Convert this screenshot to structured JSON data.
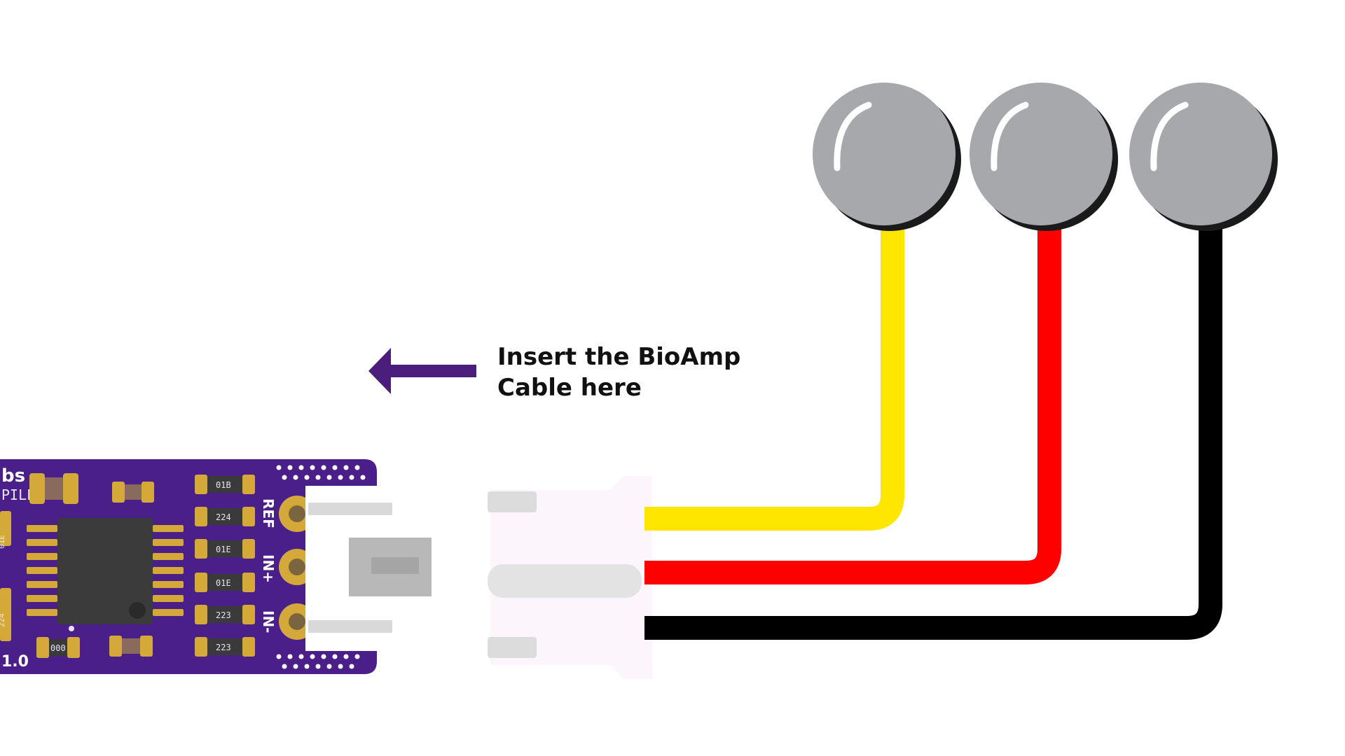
{
  "instruction": {
    "line1": "Insert the BioAmp",
    "line2": "Cable here"
  },
  "pcb": {
    "brand_fragment": "bs",
    "model_fragment": "PILL",
    "version_fragment": "1.0",
    "pin_labels": [
      "REF",
      "IN+",
      "IN-"
    ],
    "resistor_codes": [
      "01B",
      "224",
      "01E",
      "01E",
      "223",
      "223",
      "000"
    ],
    "side_codes": [
      "01E",
      "224"
    ],
    "board_color": "#4a1f8a"
  },
  "cable": {
    "wire_colors": [
      "#ffe600",
      "#ff0000",
      "#000000"
    ],
    "electrode_color": "#a7a8ab",
    "connector_color": "#fcf6fc"
  },
  "arrow": {
    "color": "#4b1d7c",
    "direction": "left"
  }
}
